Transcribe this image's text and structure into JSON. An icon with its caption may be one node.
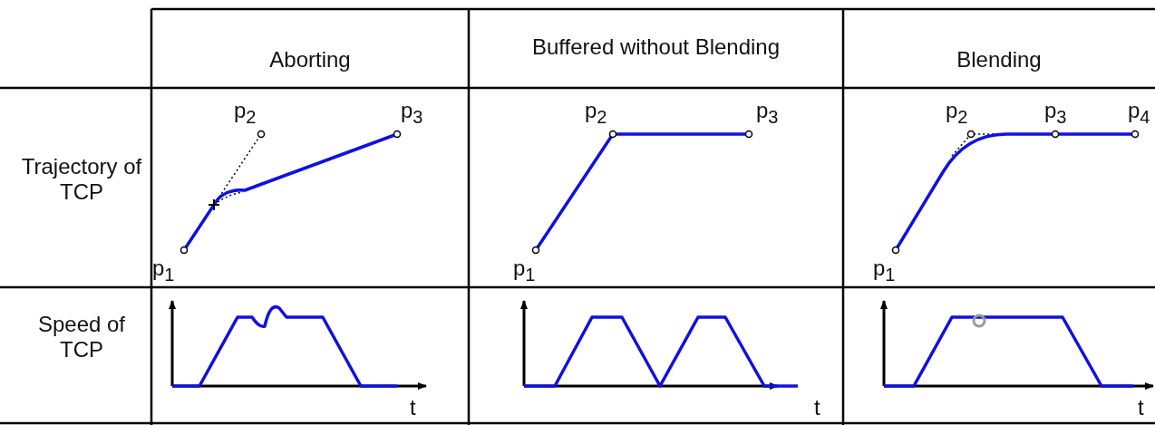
{
  "diagram": {
    "labels": [
      "Aborting",
      "Buffered without Blending",
      "Blending",
      "Trajectory of TCP",
      "p$_{2}$",
      "p$_{3}$",
      "p$_{1}$",
      "p$_{2}$",
      "p$_{3}$",
      "p$_{1}$",
      "p$_{2}$",
      "p$_{3}$",
      "p$_{4}$",
      "p$_{1}$",
      "Speed of TCP",
      "t",
      "t",
      "t"
    ]
  }
}
